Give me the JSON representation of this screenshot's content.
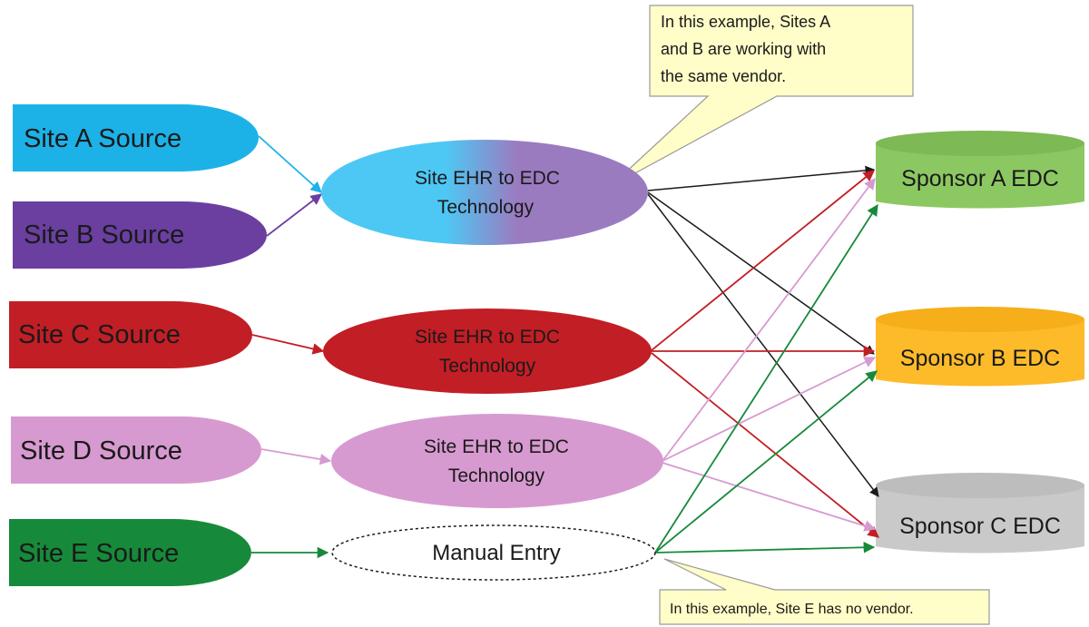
{
  "sources": [
    {
      "label": "Site A Source",
      "color": "#1CB2E8",
      "text_color": "#1a1a1a"
    },
    {
      "label": "Site B Source",
      "color": "#6A3FA0",
      "text_color": "#1a1a1a"
    },
    {
      "label": "Site C Source",
      "color": "#C21E25",
      "text_color": "#1a1a1a"
    },
    {
      "label": "Site D Source",
      "color": "#D79AD0",
      "text_color": "#1a1a1a"
    },
    {
      "label": "Site E Source",
      "color": "#168A3A",
      "text_color": "#1a1a1a"
    }
  ],
  "technologies": [
    {
      "line1": "Site EHR to EDC",
      "line2": "Technology",
      "color_start": "#4DC8F4",
      "color_end": "#9B7BC0"
    },
    {
      "line1": "Site EHR to EDC",
      "line2": "Technology",
      "color": "#C21E25"
    },
    {
      "line1": "Site EHR to EDC",
      "line2": "Technology",
      "color": "#D79AD0"
    },
    {
      "label": "Manual Entry",
      "color": "#ffffff"
    }
  ],
  "sponsors": [
    {
      "label": "Sponsor A EDC",
      "color": "#8CC862",
      "top_color": "#7DB955"
    },
    {
      "label": "Sponsor B EDC",
      "color": "#FDBB2A",
      "top_color": "#F6AE1A"
    },
    {
      "label": "Sponsor C EDC",
      "color": "#C9C9C9",
      "top_color": "#BDBDBD"
    }
  ],
  "callouts": {
    "top_line1": "In this example, Sites A",
    "top_line2": "and B are working with",
    "top_line3": "the same vendor.",
    "bottom": "In this example, Site E has no vendor.",
    "fill": "#FFFDC8"
  },
  "edge_colors": {
    "ab": "#1a1a1a",
    "c": "#C21E25",
    "d": "#D79AD0",
    "e": "#168A3A"
  }
}
